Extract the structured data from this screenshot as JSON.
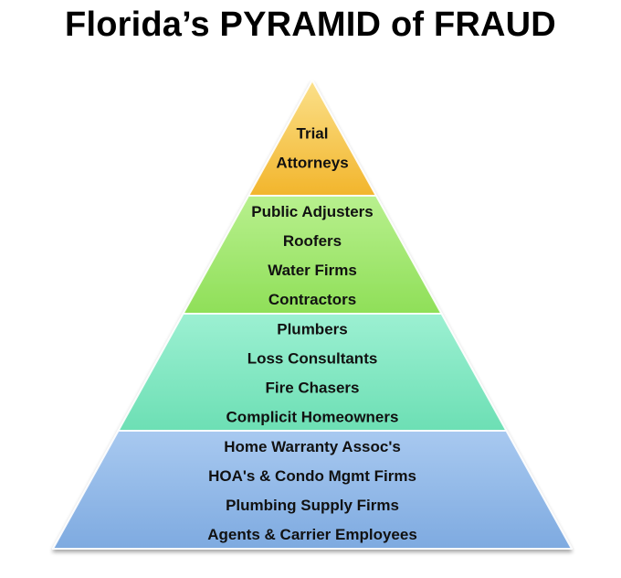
{
  "title": "Florida’s PYRAMID of FRAUD",
  "tiers": [
    {
      "lines": [
        "Trial",
        "Attorneys"
      ],
      "color": "#f6c443"
    },
    {
      "lines": [
        "Public Adjusters",
        "Roofers",
        "Water Firms",
        "Contractors"
      ],
      "color": "#9ee86a"
    },
    {
      "lines": [
        "Plumbers",
        "Loss Consultants",
        "Fire Chasers",
        "Complicit Homeowners"
      ],
      "color": "#7ee6c0"
    },
    {
      "lines": [
        "Home Warranty Assoc's",
        "HOA's & Condo Mgmt Firms",
        "Plumbing Supply Firms",
        "Agents & Carrier Employees"
      ],
      "color": "#8fb8e8"
    }
  ]
}
